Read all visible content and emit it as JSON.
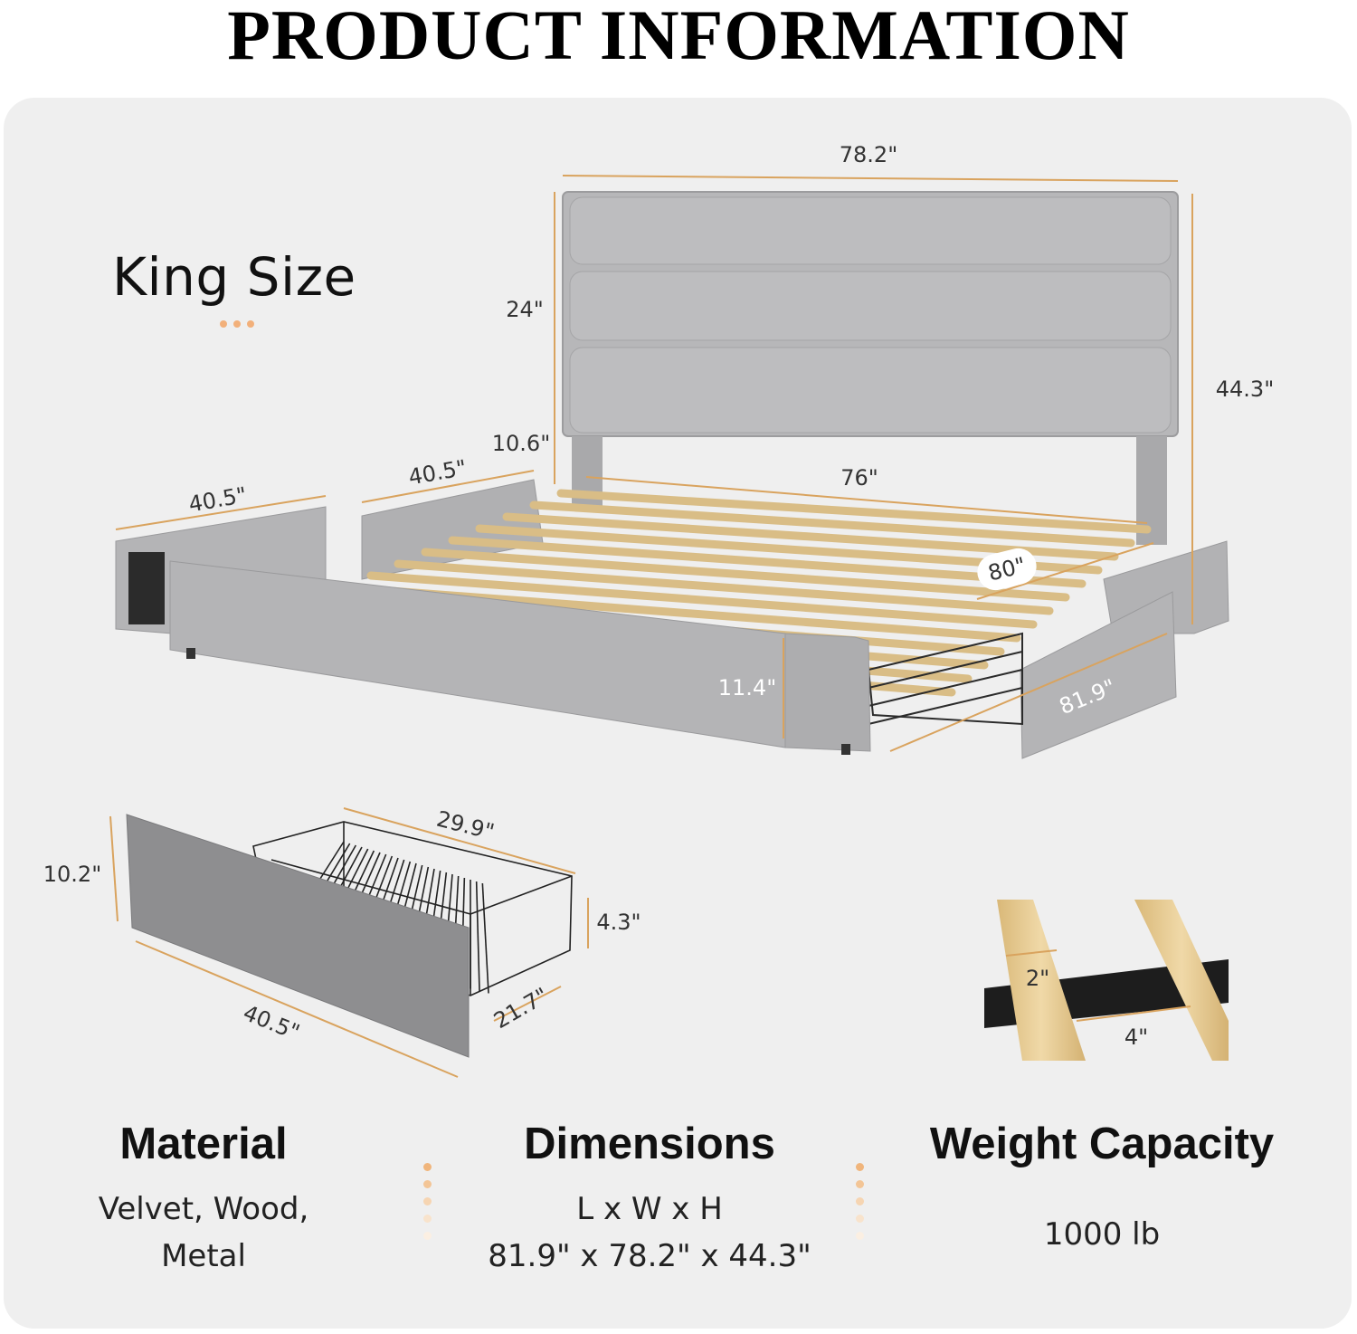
{
  "header": {
    "title": "PRODUCT INFORMATION"
  },
  "size": {
    "label": "King Size"
  },
  "bed_dimensions": {
    "headboard_width": "78.2\"",
    "headboard_height": "24\"",
    "total_height": "44.3\"",
    "leg_clearance": "10.6\"",
    "inner_length": "76\"",
    "inner_width": "80\"",
    "drawer_left": "40.5\"",
    "drawer_left_back": "40.5\"",
    "side_height": "11.4\"",
    "total_length": "81.9\""
  },
  "drawer_dimensions": {
    "height": "10.2\"",
    "basket_length": "29.9\"",
    "basket_height": "4.3\"",
    "basket_depth": "21.7\"",
    "panel_length": "40.5\""
  },
  "slat_dimensions": {
    "thickness": "2\"",
    "gap": "4\""
  },
  "info": {
    "material": {
      "title": "Material",
      "line1": "Velvet, Wood,",
      "line2": "Metal"
    },
    "dimensions": {
      "title": "Dimensions",
      "line1": "L x W x H",
      "line2": "81.9\" x 78.2\" x 44.3\""
    },
    "weight": {
      "title": "Weight Capacity",
      "line1": "1000 lb"
    }
  },
  "colors": {
    "accent": "#e6a15c",
    "fabric": "#b4b4b6",
    "wood": "#e3c58f",
    "metal": "#222222"
  }
}
